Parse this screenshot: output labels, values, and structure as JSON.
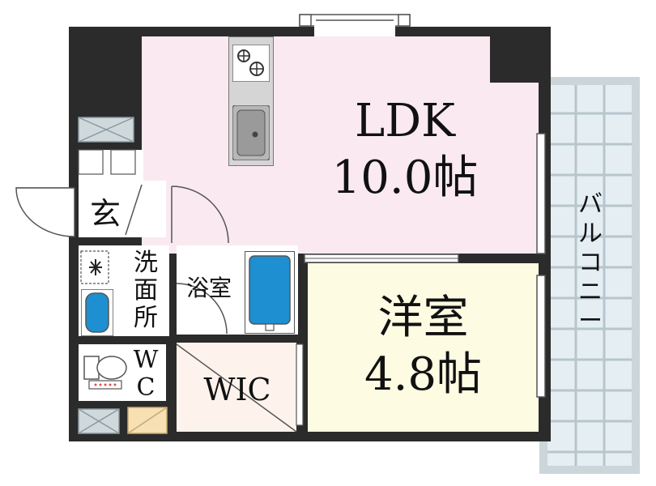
{
  "rooms": {
    "ldk": {
      "name": "LDK",
      "size": "10.0帖"
    },
    "western": {
      "name": "洋室",
      "size": "4.8帖"
    },
    "wic": {
      "name": "WIC"
    },
    "bath": {
      "name": "浴室"
    },
    "entrance": {
      "name": "玄"
    },
    "washroom": {
      "chars": [
        "洗",
        "面",
        "所"
      ]
    },
    "toilet": {
      "chars": [
        "W",
        "C"
      ]
    },
    "balcony": {
      "chars": [
        "バ",
        "ル",
        "コ",
        "ニ",
        "ー"
      ]
    }
  },
  "colors": {
    "ldk": "#fae9f1",
    "western": "#fdfbe2",
    "wic": "#fdf3ec",
    "balcony": "#dbe6ec",
    "wall": "#2b2b2b",
    "fixture_blue": "#1e8fd0"
  }
}
